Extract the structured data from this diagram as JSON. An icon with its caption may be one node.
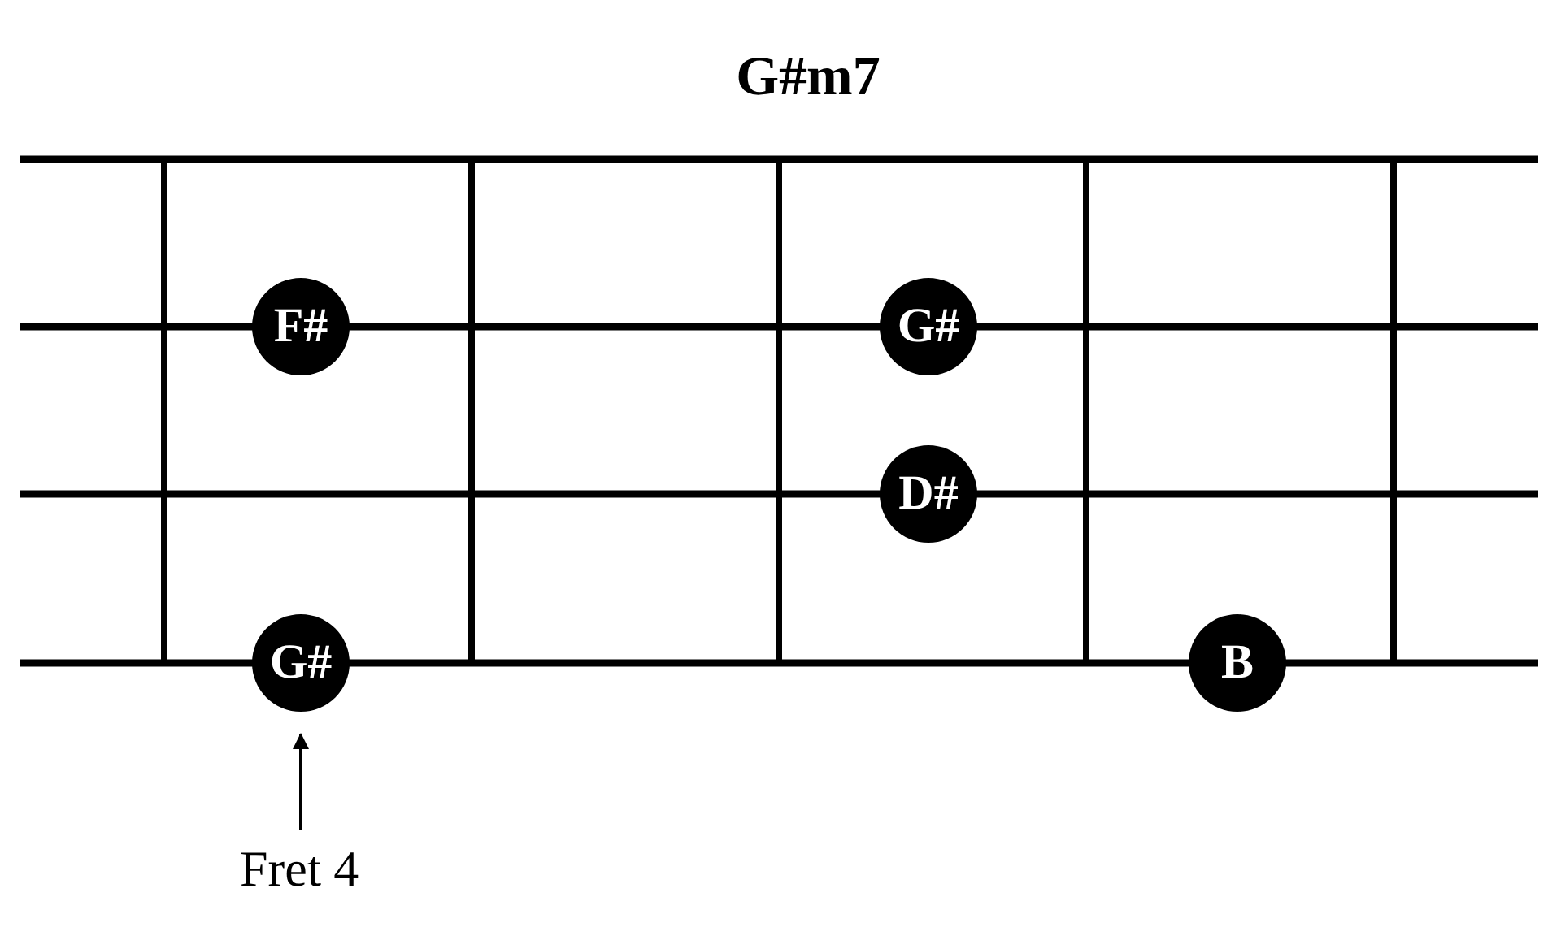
{
  "diagram": {
    "title": "G#m7",
    "nodes": [
      {
        "text": [
          "F#"
        ]
      },
      {
        "text": [
          "G#"
        ]
      },
      {
        "text": [
          "D#"
        ]
      },
      {
        "text": [
          "G#"
        ]
      },
      {
        "text": [
          "B"
        ]
      },
      {
        "text": [
          "Fret 4"
        ]
      }
    ],
    "edges": [
      {
        "from": 5,
        "to": 3,
        "arrow": "to"
      }
    ]
  }
}
